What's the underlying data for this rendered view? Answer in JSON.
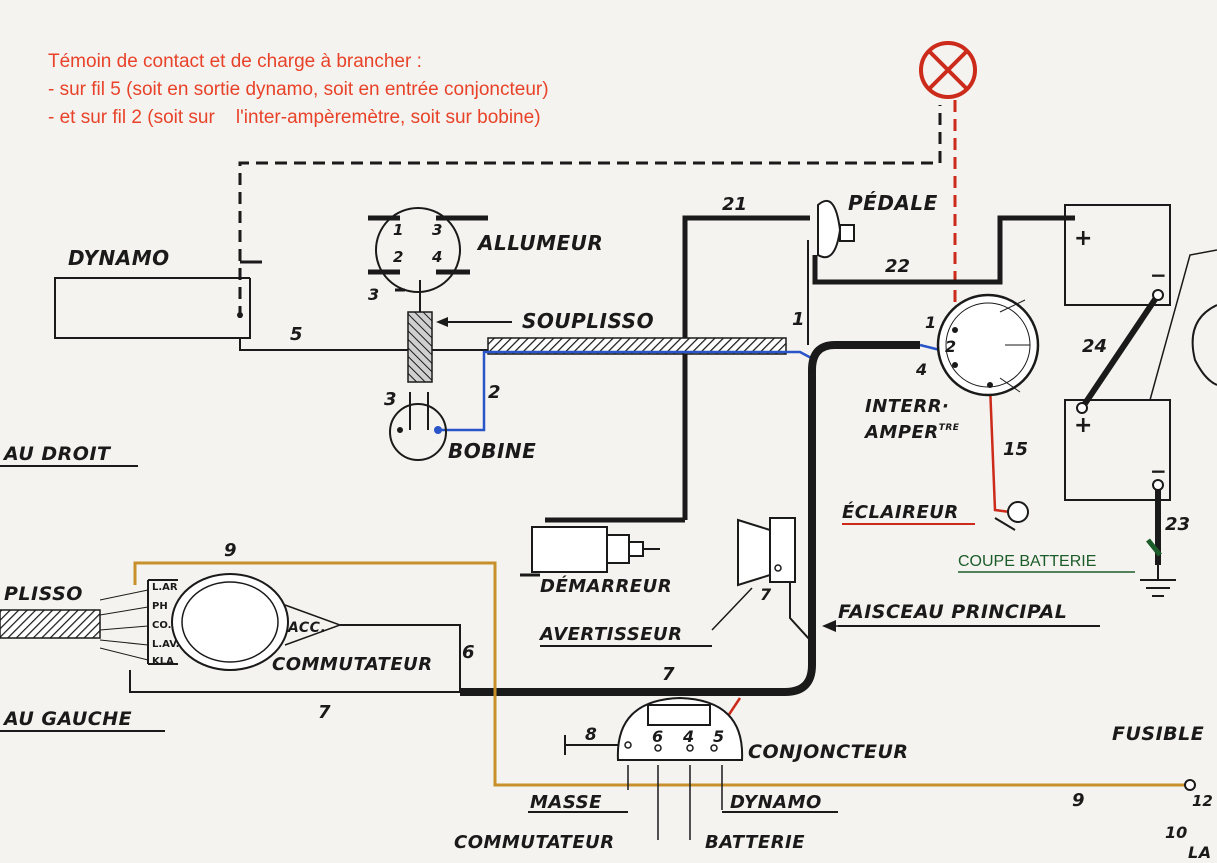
{
  "note": {
    "line1": "Témoin de contact et de charge à brancher :",
    "line2": "- sur fil 5 (soit en sortie dynamo, soit en entrée conjoncteur)",
    "line3": "- et sur fil 2 (soit sur    l'inter-ampèremètre, soit sur bobine)"
  },
  "colors": {
    "note": "#e8432a",
    "wire_black": "#1a1a1a",
    "wire_blue": "#2a55c8",
    "wire_red": "#cc2a1a",
    "wire_orange": "#c8902a",
    "coupe_green": "#1c5c2a"
  },
  "labels": {
    "dynamo": "DYNAMO",
    "allumeur": "ALLUMEUR",
    "souplisso": "SOUPLISSO",
    "bobine": "BOBINE",
    "pedale": "PÉDALE",
    "interr": "INTERR·",
    "amper": "AMPER",
    "amper_sup": "TRE",
    "eclaireur": "ÉCLAIREUR",
    "coupe_batterie": "COUPE BATTERIE",
    "demarreur": "DÉMARREUR",
    "avertisseur": "AVERTISSEUR",
    "faisceau_principal": "FAISCEAU PRINCIPAL",
    "faisceau_droit": "AU DROIT",
    "faisceau_gauche": "AU GAUCHE",
    "souplisso_left": "PLISSO",
    "commutateur": "COMMUTATEUR",
    "acc": "ACC.",
    "conjoncteur": "CONJONCTEUR",
    "fusible": "FUSIBLE",
    "masse": "MASSE",
    "dynamo_bottom": "DYNAMO",
    "commutateur_bottom": "COMMUTATEUR",
    "batterie": "BATTERIE",
    "la": "LA"
  },
  "commutateur_positions": [
    "L.AR",
    "PH",
    "CO.",
    "L.AV.",
    "KLA"
  ],
  "numbers": {
    "w1": "1",
    "w2": "2",
    "w3": "3",
    "w4": "4",
    "w5": "5",
    "w6": "6",
    "w7": "7",
    "w8": "8",
    "w9": "9",
    "w10": "10",
    "w12": "12",
    "w15": "15",
    "w21": "21",
    "w22": "22",
    "w23": "23",
    "w24": "24",
    "plus": "+",
    "minus": "−"
  }
}
